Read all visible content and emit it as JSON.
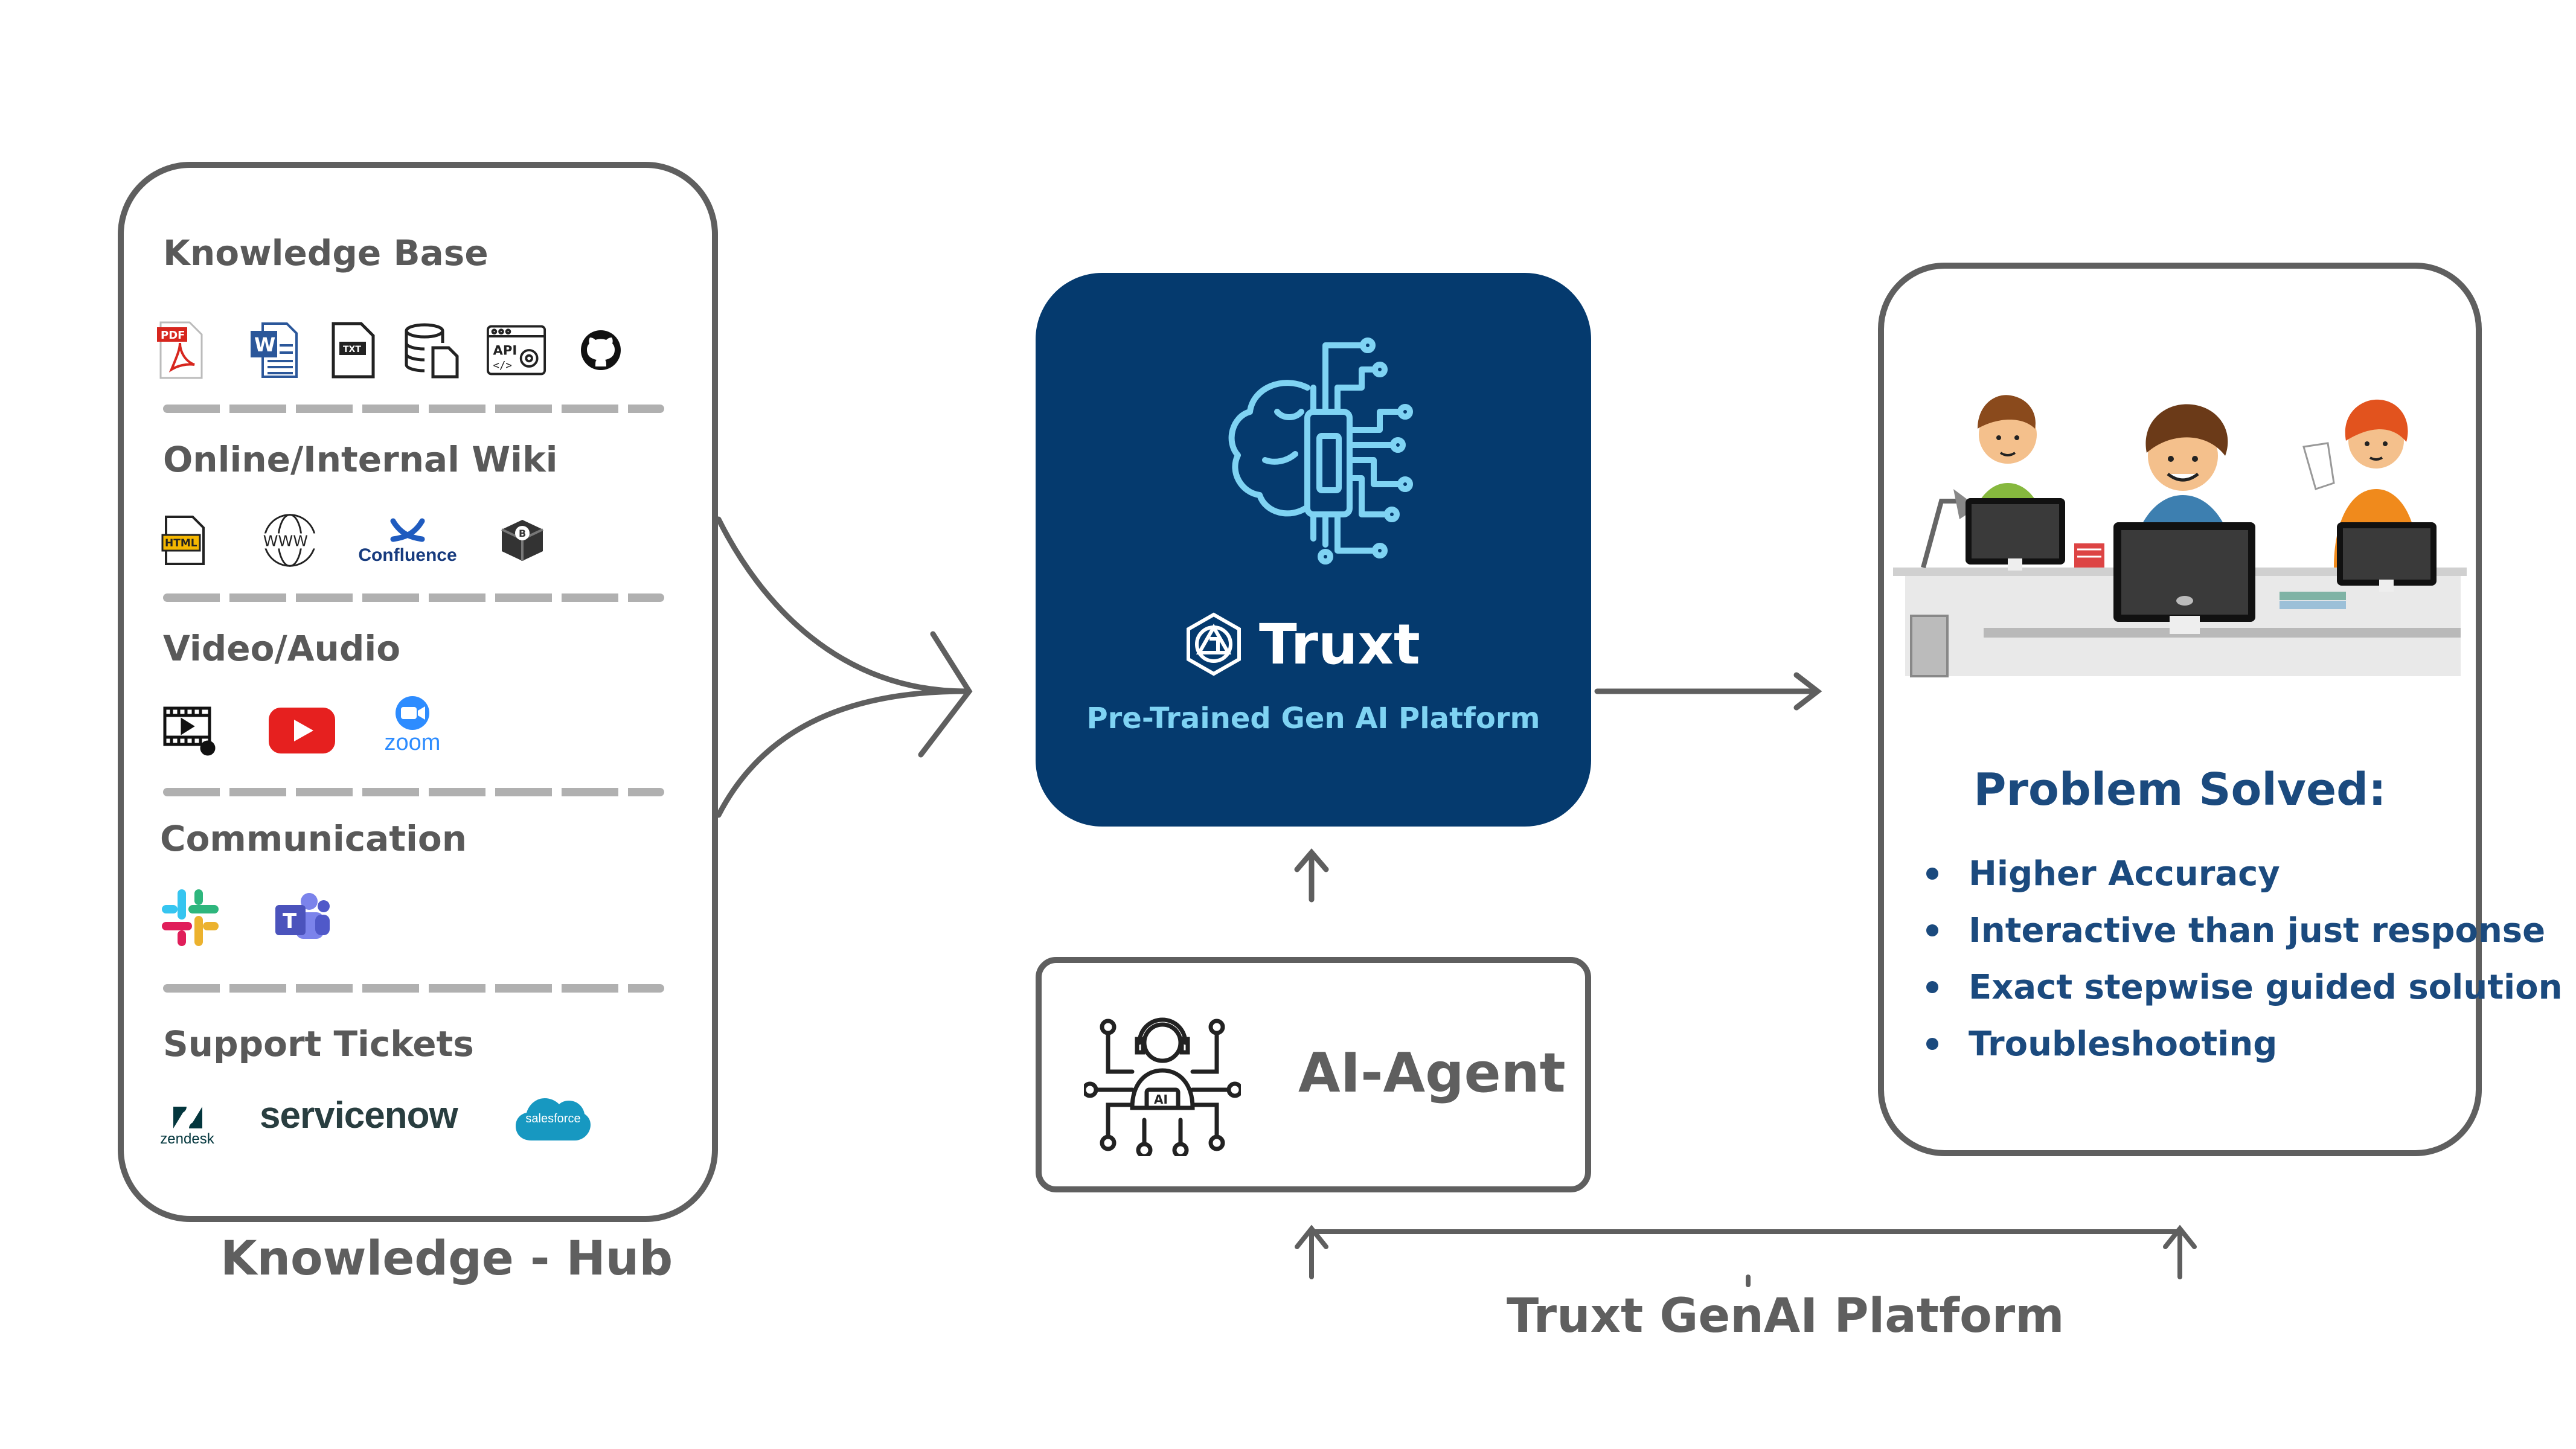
{
  "hub": {
    "caption": "Knowledge - Hub",
    "sections": [
      {
        "title": "Knowledge Base",
        "icons": [
          "pdf-icon",
          "word-doc-icon",
          "txt-file-icon",
          "database-icon",
          "api-settings-icon",
          "github-icon"
        ]
      },
      {
        "title": "Online/Internal Wiki",
        "icons": [
          "html-file-icon",
          "www-globe-icon",
          "confluence-icon",
          "storage-box-icon"
        ],
        "confluence_label": "Confluence"
      },
      {
        "title": "Video/Audio",
        "icons": [
          "video-player-icon",
          "youtube-icon",
          "zoom-icon"
        ],
        "zoom_label": "zoom"
      },
      {
        "title": "Communication",
        "icons": [
          "slack-icon",
          "teams-icon"
        ]
      },
      {
        "title": "Support Tickets",
        "icons": [
          "zendesk-icon",
          "servicenow-icon",
          "salesforce-icon"
        ],
        "zendesk_label": "zendesk",
        "servicenow_label": "servicenow",
        "salesforce_label": "salesforce"
      }
    ]
  },
  "platform": {
    "brand": "Truxt",
    "tagline": "Pre-Trained Gen AI Platform",
    "bg_color": "#053a6e",
    "accent_color": "#7fd3f3"
  },
  "agent": {
    "label": "AI-Agent",
    "chip_label": "AI"
  },
  "result": {
    "heading": "Problem Solved:",
    "items": [
      "Higher Accuracy",
      "Interactive than just response",
      "Exact stepwise guided solution",
      "Troubleshooting"
    ],
    "text_color": "#1b4a7e"
  },
  "footer": {
    "caption": "Truxt GenAI Platform"
  }
}
